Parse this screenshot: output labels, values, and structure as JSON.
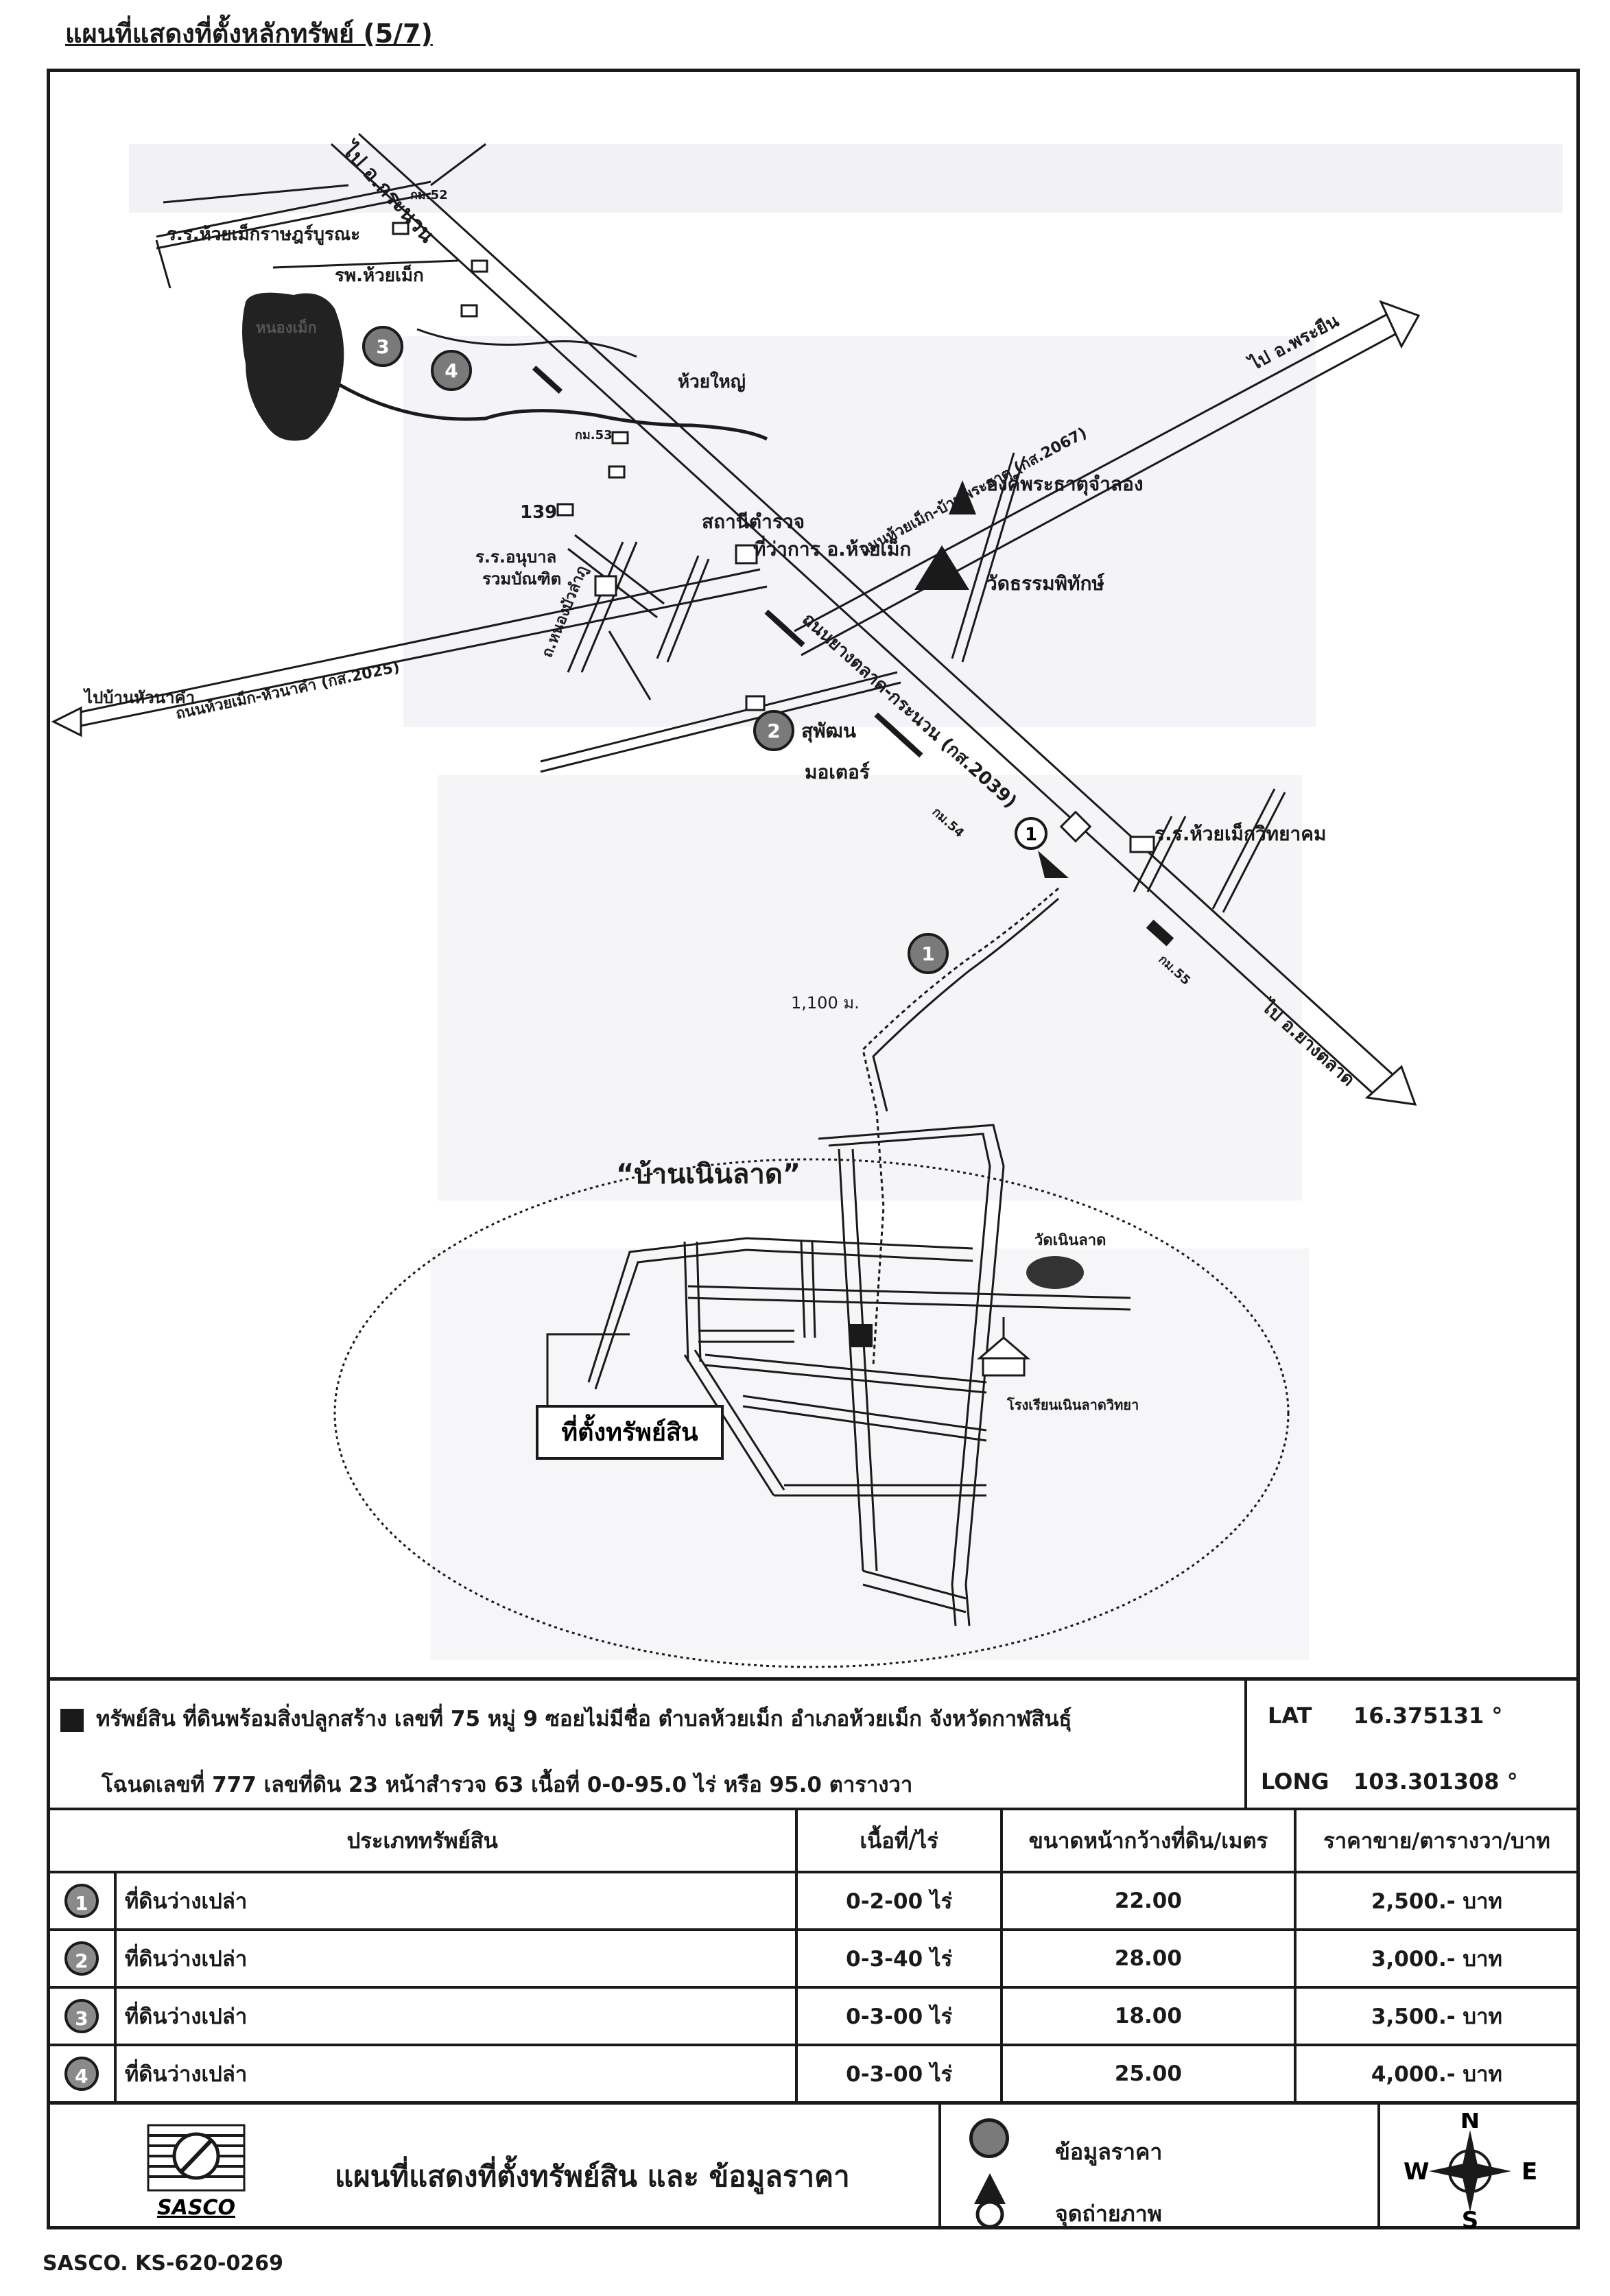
{
  "page_title": "แผนที่แสดงที่ตั้งหลักทรัพย์ (5/7)",
  "map": {
    "roads": {
      "to_krachuan": "ไป อ.กระนวน",
      "to_phra_yuen": "ไป อ.พระยืน",
      "to_yang_talat": "ไป อ.ยางตลาด",
      "to_nong_nuea": "ไปบ้านหัวนาคำ",
      "road_2039": "ถนนยางตลาด-กระนวน (กส.2039)",
      "road_2025": "ถนนห้วยเม็ก-หัวนาคำ (กส.2025)",
      "road_2067": "ถนนห้วยเม็ก-บ้านพระธาตุ (กส.2067)",
      "road_inside": "ถ.หนองบัวลำภู"
    },
    "landmarks": {
      "school_huai_mek_rat": "ร.ร.ห้วยเม็กราษฎร์บูรณะ",
      "hospital": "รพ.ห้วยเม็ก",
      "km52": "กม.52",
      "km53": "กม.53",
      "km54": "กม.54",
      "km55": "กม.55",
      "stream": "ห้วยใหญ่",
      "pond": "หนองเม็ก",
      "route_139": "139",
      "police": "สถานีตำรวจ",
      "district_office": "ที่ว่าการ อ.ห้วยเม็ก",
      "kindergarten_1": "ร.ร.อนุบาล",
      "kindergarten_2": "รวมบัณฑิต",
      "phra_that": "องค์พระธาตุจำลอง",
      "wat_thammaphithak": "วัดธรรมพิทักษ์",
      "suphon_1": "สุพัฒน",
      "suphon_2": "มอเตอร์",
      "school_wittayakhom": "ร.ร.ห้วยเม็กวิทยาคม",
      "distance": "1,100 ม.",
      "village": "“บ้านเนินลาด”",
      "wat_noen_lat": "วัดเนินลาด",
      "school_noen_lat": "โรงเรียนเนินลาดวิทยา",
      "property_label": "ที่ตั้งทรัพย์สิน"
    },
    "markers": [
      "1",
      "2",
      "3",
      "4"
    ],
    "photo_marker": "1"
  },
  "info": {
    "asset_line": "ทรัพย์สิน  ที่ดินพร้อมสิ่งปลูกสร้าง เลขที่ 75 หมู่ 9 ซอยไม่มีชื่อ ตำบลห้วยเม็ก  อำเภอห้วยเม็ก จังหวัดกาฬสินธุ์",
    "deed_line": "โฉนดเลขที่ 777 เลขที่ดิน 23 หน้าสำรวจ 63 เนื้อที่ 0-0-95.0 ไร่ หรือ 95.0 ตารางวา",
    "lat_label": "LAT",
    "lat_value": "16.375131 °",
    "long_label": "LONG",
    "long_value": "103.301308 °"
  },
  "price_table": {
    "headers": [
      "ประเภททรัพย์สิน",
      "เนื้อที่/ไร่",
      "ขนาดหน้ากว้างที่ดิน/เมตร",
      "ราคาขาย/ตารางวา/บาท"
    ],
    "rows": [
      {
        "no": "1",
        "type": "ที่ดินว่างเปล่า",
        "area": "0-2-00 ไร่",
        "frontage": "22.00",
        "price": "2,500.- บาท"
      },
      {
        "no": "2",
        "type": "ที่ดินว่างเปล่า",
        "area": "0-3-40 ไร่",
        "frontage": "28.00",
        "price": "3,000.- บาท"
      },
      {
        "no": "3",
        "type": "ที่ดินว่างเปล่า",
        "area": "0-3-00 ไร่",
        "frontage": "18.00",
        "price": "3,500.- บาท"
      },
      {
        "no": "4",
        "type": "ที่ดินว่างเปล่า",
        "area": "0-3-00 ไร่",
        "frontage": "25.00",
        "price": "4,000.- บาท"
      }
    ]
  },
  "footer": {
    "logo_text": "SASCO",
    "title": "แผนที่แสดงที่ตั้งทรัพย์สิน และ ข้อมูลราคา",
    "legend_price": "ข้อมูลราคา",
    "legend_photo": "จุดถ่ายภาพ",
    "compass": {
      "n": "N",
      "s": "S",
      "e": "E",
      "w": "W"
    }
  },
  "doc_code": "SASCO. KS-620-0269"
}
